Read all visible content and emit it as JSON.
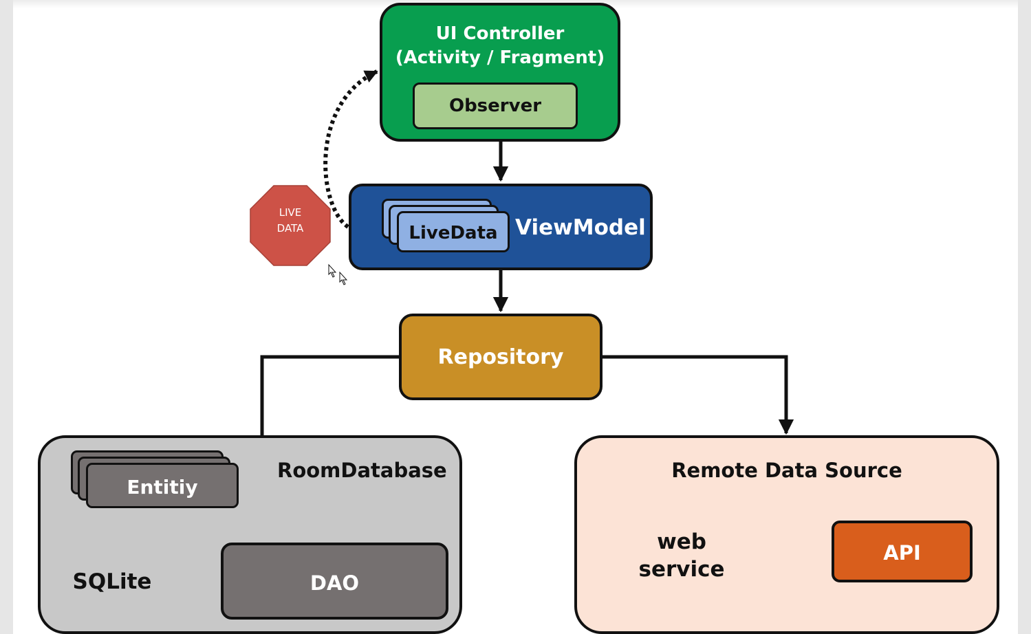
{
  "ui_controller": {
    "title_line1": "UI Controller",
    "title_line2": "(Activity / Fragment)",
    "observer": "Observer"
  },
  "viewmodel": {
    "livedata": "LiveData",
    "title": "ViewModel"
  },
  "live_data_sign": {
    "line1": "LIVE",
    "line2": "DATA"
  },
  "repository": {
    "title": "Repository"
  },
  "room_database": {
    "title": "RoomDatabase",
    "entity": "Entitiy",
    "sqlite": "SQLite",
    "dao": "DAO"
  },
  "remote_data_source": {
    "title": "Remote Data Source",
    "web_service_line1": "web",
    "web_service_line2": "service",
    "api": "API"
  },
  "colors": {
    "ui_controller": "#089e4f",
    "observer": "#a7cc8e",
    "viewmodel": "#1f5298",
    "livedata": "#8fb0e3",
    "live_data_sign": "#cd5247",
    "repository": "#c98f26",
    "room_database": "#c8c8c8",
    "entity_dao": "#757070",
    "remote_data_source": "#fce3d6",
    "web_service": "#f7b585",
    "api": "#d95e1c"
  }
}
